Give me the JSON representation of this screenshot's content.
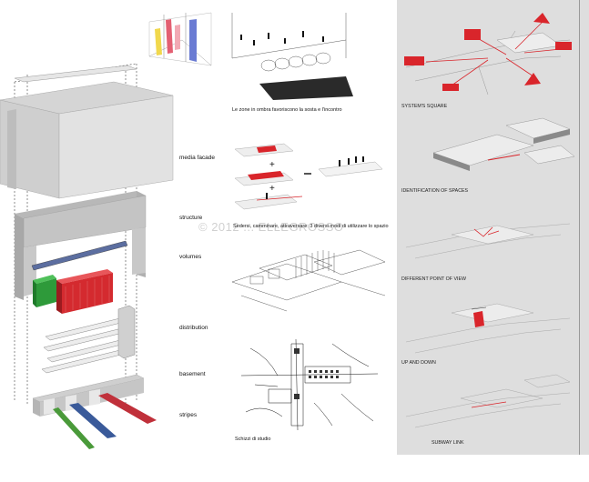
{
  "axonometry": {
    "layers": [
      {
        "key": "media_facade",
        "label": "media facade"
      },
      {
        "key": "structure",
        "label": "structure"
      },
      {
        "key": "volumes",
        "label": "volumes"
      },
      {
        "key": "distribution",
        "label": "distribution"
      },
      {
        "key": "basement",
        "label": "basement"
      },
      {
        "key": "stripes",
        "label": "stripes"
      }
    ]
  },
  "sketches": {
    "caption_shade": "Le zone in ombra favoriscono la sosta e l'incontro",
    "caption_cross": "Sedersi, camminare, attraversare: 3 diversi modi di utilizzare lo spazio",
    "caption_study": "Schizzi di studio"
  },
  "right_panel": {
    "labels": [
      "SYSTEM'S SQUARE",
      "IDENTIFICATION OF SPACES",
      "DIFFERENT POINT OF VIEW",
      "UP AND DOWN",
      "SUBWAY LINK"
    ]
  },
  "watermark": "© 2012 ... ELLEGROSSO",
  "colors": {
    "accent_red": "#d9252b",
    "stripe_green": "#4a9a3a",
    "stripe_blue": "#3a5a9a",
    "stripe_red": "#c0303a",
    "volume_green": "#2e9a3a",
    "volume_red": "#d42a2f",
    "panel_bg": "#dedede"
  }
}
